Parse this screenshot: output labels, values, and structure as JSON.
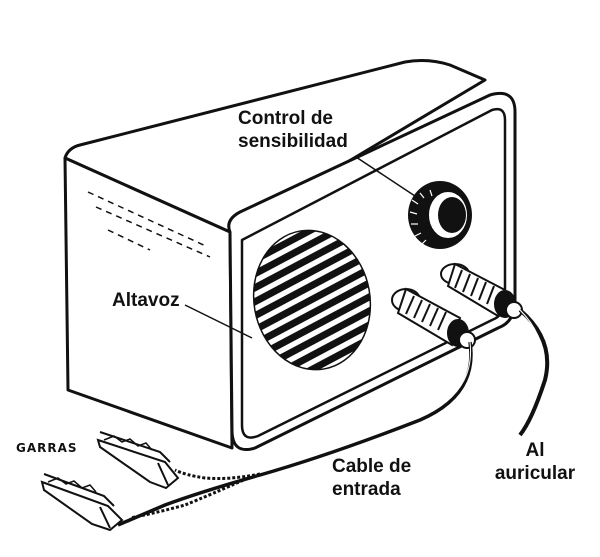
{
  "labels": {
    "control": [
      "Control de",
      "sensibilidad"
    ],
    "altavoz": "Altavoz",
    "garras": "GARRAS",
    "cable": [
      "Cable de",
      "entrada"
    ],
    "auricular": [
      "Al",
      "auricular"
    ]
  },
  "colors": {
    "ink": "#111111",
    "paper": "#ffffff"
  }
}
